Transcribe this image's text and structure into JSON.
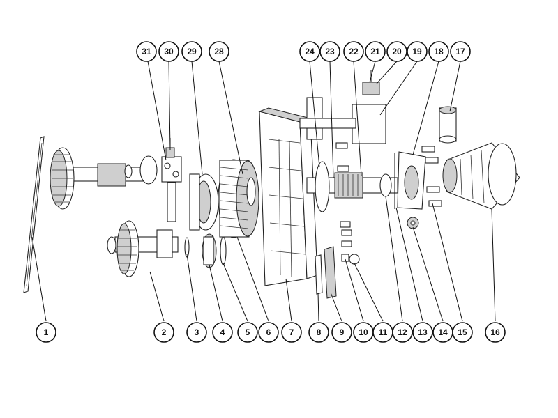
{
  "diagram": {
    "callouts_bottom": [
      "1",
      "2",
      "3",
      "4",
      "5",
      "6",
      "7",
      "8",
      "9",
      "10",
      "11",
      "12",
      "13",
      "14",
      "15",
      "16"
    ],
    "callouts_top": [
      "31",
      "30",
      "29",
      "28",
      "24",
      "23",
      "22",
      "21",
      "20",
      "19",
      "18",
      "17"
    ]
  },
  "colors": {
    "stroke": "#111111",
    "background": "#ffffff"
  }
}
